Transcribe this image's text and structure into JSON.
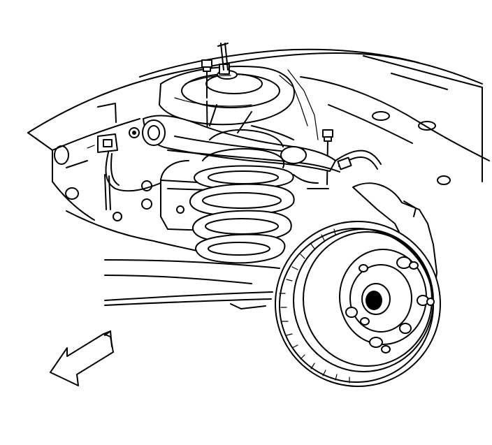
{
  "diagram": {
    "parts": [
      {
        "name": "frame-rail"
      },
      {
        "name": "upper-control-arm"
      },
      {
        "name": "coil-spring"
      },
      {
        "name": "shock-mount"
      },
      {
        "name": "brake-rotor"
      },
      {
        "name": "wheel-hub"
      },
      {
        "name": "brake-caliper-bracket"
      },
      {
        "name": "mounting-bolts"
      },
      {
        "name": "wiring-harness"
      },
      {
        "name": "brake-line"
      }
    ],
    "direction_arrow": {
      "icon": "front-direction-arrow-icon",
      "points": "lower-left"
    },
    "colors": {
      "line": "#000000",
      "background": "#ffffff"
    }
  }
}
